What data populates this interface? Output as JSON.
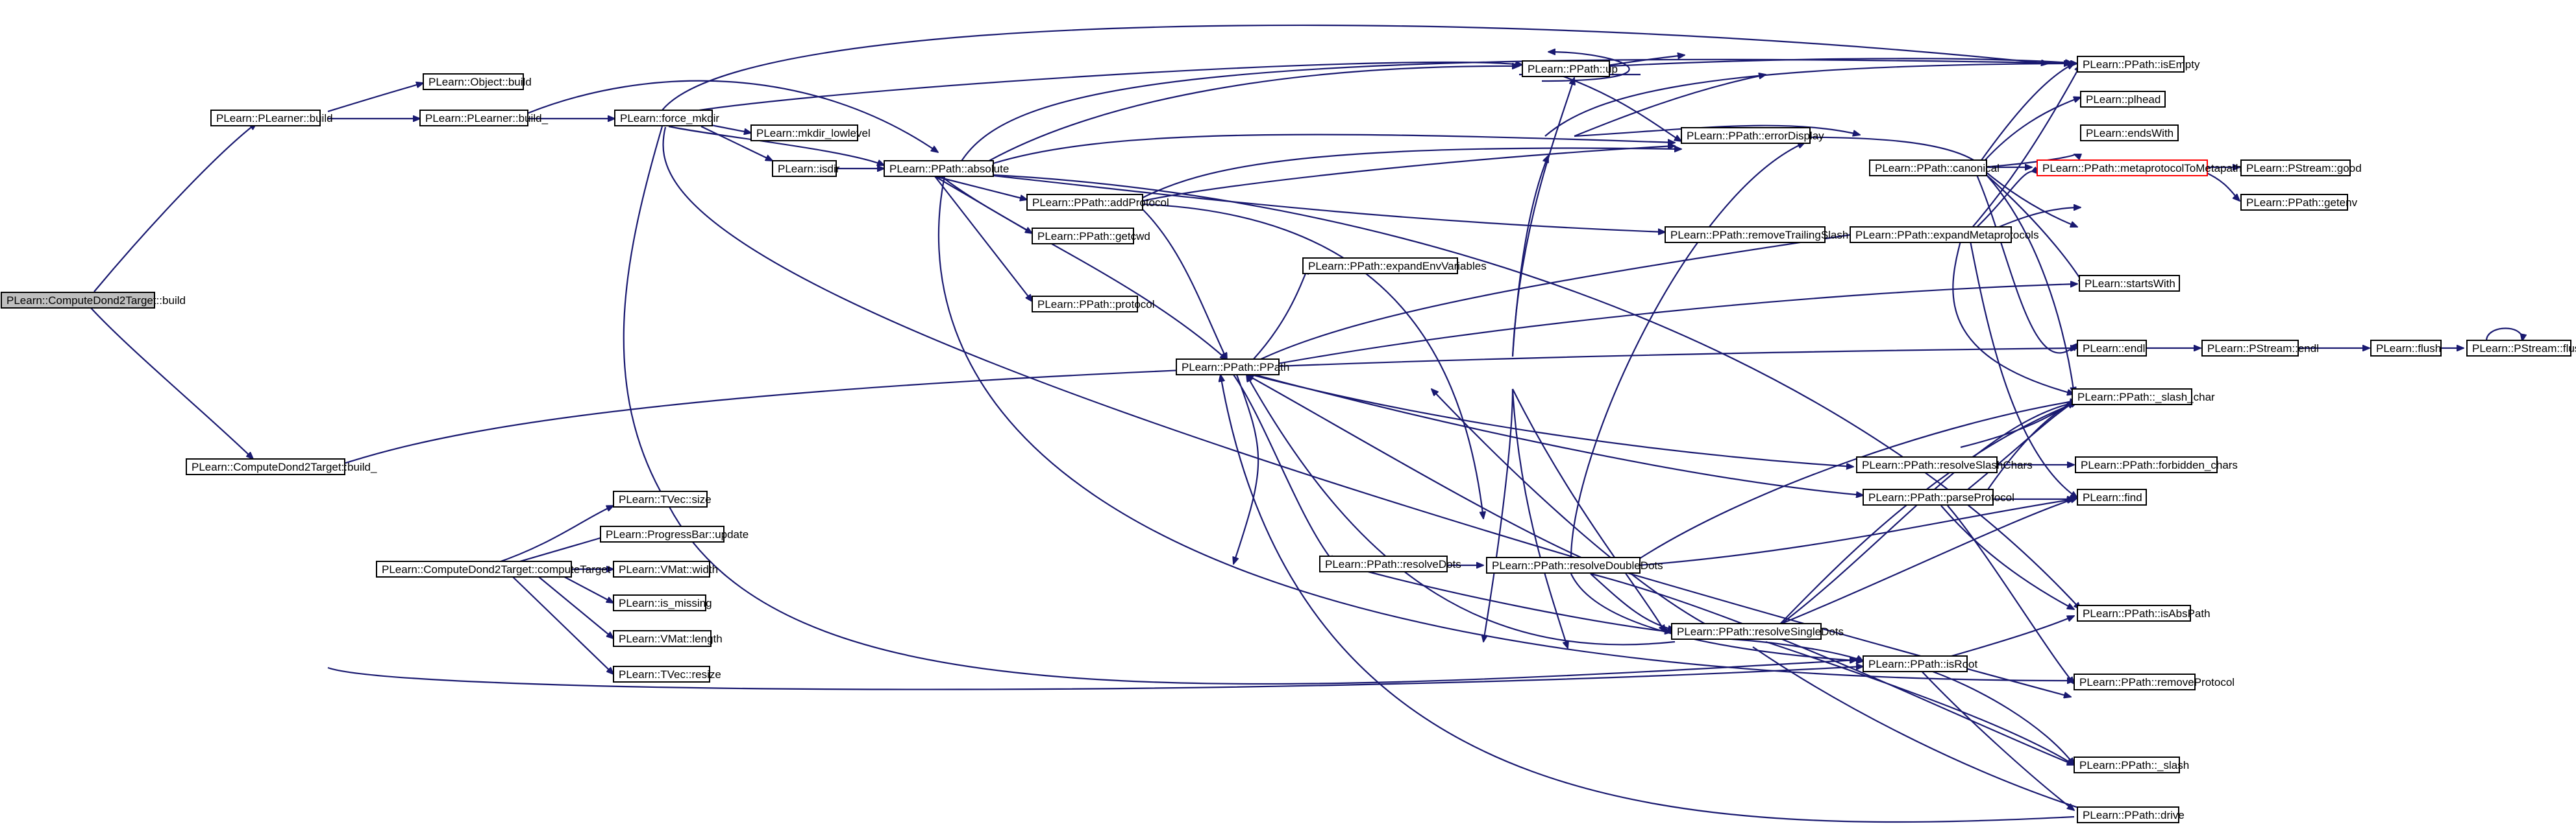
{
  "nodes": [
    {
      "id": "n_root",
      "label": "PLearn::ComputeDond2Target::build",
      "root": true
    },
    {
      "id": "n_pl_build",
      "label": "PLearn::PLearner::build"
    },
    {
      "id": "n_cd_build_",
      "label": "PLearn::ComputeDond2Target::build_"
    },
    {
      "id": "n_obj_build",
      "label": "PLearn::Object::build"
    },
    {
      "id": "n_pl_build_",
      "label": "PLearn::PLearner::build_"
    },
    {
      "id": "n_force_mkdir",
      "label": "PLearn::force_mkdir"
    },
    {
      "id": "n_mkdir_lowlevel",
      "label": "PLearn::mkdir_lowlevel"
    },
    {
      "id": "n_isdir",
      "label": "PLearn::isdir"
    },
    {
      "id": "n_absolute",
      "label": "PLearn::PPath::absolute"
    },
    {
      "id": "n_addProtocol",
      "label": "PLearn::PPath::addProtocol"
    },
    {
      "id": "n_getcwd",
      "label": "PLearn::PPath::getcwd"
    },
    {
      "id": "n_protocol",
      "label": "PLearn::PPath::protocol"
    },
    {
      "id": "n_expandEnv",
      "label": "PLearn::PPath::expandEnvVariables"
    },
    {
      "id": "n_ppath",
      "label": "PLearn::PPath::PPath"
    },
    {
      "id": "n_up",
      "label": "PLearn::PPath::up"
    },
    {
      "id": "n_errorDisplay",
      "label": "PLearn::PPath::errorDisplay"
    },
    {
      "id": "n_removeTrailing",
      "label": "PLearn::PPath::removeTrailingSlash"
    },
    {
      "id": "n_canonical",
      "label": "PLearn::PPath::canonical"
    },
    {
      "id": "n_expandMeta",
      "label": "PLearn::PPath::expandMetaprotocols"
    },
    {
      "id": "n_isEmpty",
      "label": "PLearn::PPath::isEmpty"
    },
    {
      "id": "n_plhead",
      "label": "PLearn::plhead"
    },
    {
      "id": "n_endsWith",
      "label": "PLearn::endsWith"
    },
    {
      "id": "n_metaToMeta",
      "label": "PLearn::PPath::metaprotocolToMetapath",
      "red": true
    },
    {
      "id": "n_pstream_good",
      "label": "PLearn::PStream::good"
    },
    {
      "id": "n_getenv",
      "label": "PLearn::PPath::getenv"
    },
    {
      "id": "n_startsWith",
      "label": "PLearn::startsWith"
    },
    {
      "id": "n_endl",
      "label": "PLearn::endl"
    },
    {
      "id": "n_pstream_endl",
      "label": "PLearn::PStream::endl"
    },
    {
      "id": "n_flush",
      "label": "PLearn::flush"
    },
    {
      "id": "n_pstream_flush",
      "label": "PLearn::PStream::flush"
    },
    {
      "id": "n_slash_char",
      "label": "PLearn::PPath::_slash_char"
    },
    {
      "id": "n_resolveSlash",
      "label": "PLearn::PPath::resolveSlashChars"
    },
    {
      "id": "n_forbidden",
      "label": "PLearn::PPath::forbidden_chars"
    },
    {
      "id": "n_parseProtocol",
      "label": "PLearn::PPath::parseProtocol"
    },
    {
      "id": "n_find",
      "label": "PLearn::find"
    },
    {
      "id": "n_computeTarget",
      "label": "PLearn::ComputeDond2Target::computeTarget"
    },
    {
      "id": "n_tvec_size",
      "label": "PLearn::TVec::size"
    },
    {
      "id": "n_progress",
      "label": "PLearn::ProgressBar::update"
    },
    {
      "id": "n_vmat_width",
      "label": "PLearn::VMat::width"
    },
    {
      "id": "n_is_missing",
      "label": "PLearn::is_missing"
    },
    {
      "id": "n_vmat_length",
      "label": "PLearn::VMat::length"
    },
    {
      "id": "n_tvec_resize",
      "label": "PLearn::TVec::resize"
    },
    {
      "id": "n_resolveDots",
      "label": "PLearn::PPath::resolveDots"
    },
    {
      "id": "n_resolveDouble",
      "label": "PLearn::PPath::resolveDoubleDots"
    },
    {
      "id": "n_resolveSingle",
      "label": "PLearn::PPath::resolveSingleDots"
    },
    {
      "id": "n_isAbsPath",
      "label": "PLearn::PPath::isAbsPath"
    },
    {
      "id": "n_isRoot",
      "label": "PLearn::PPath::isRoot"
    },
    {
      "id": "n_removeProtocol",
      "label": "PLearn::PPath::removeProtocol"
    },
    {
      "id": "n_slash",
      "label": "PLearn::PPath::_slash"
    },
    {
      "id": "n_drive",
      "label": "PLearn::PPath::drive"
    }
  ]
}
